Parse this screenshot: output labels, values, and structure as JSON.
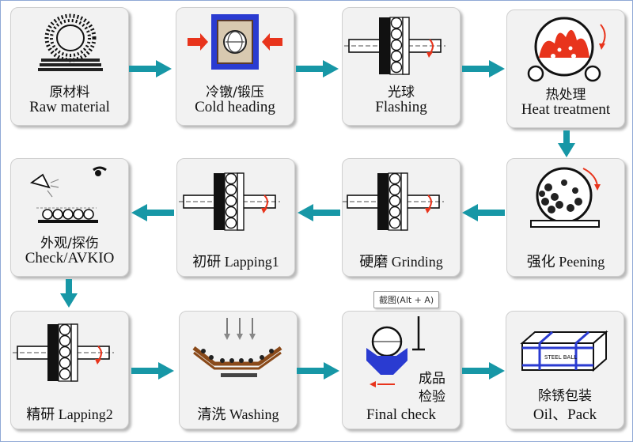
{
  "steps": {
    "raw_material": {
      "cn": "原材料",
      "en": "Raw material"
    },
    "cold_heading": {
      "cn": "冷镦/锻压",
      "en": "Cold heading"
    },
    "flashing": {
      "cn": "光球",
      "en": "Flashing"
    },
    "heat_treatment": {
      "cn": "热处理",
      "en": "Heat treatment"
    },
    "peening": {
      "label": "强化 Peening"
    },
    "grinding": {
      "label": "硬磨 Grinding"
    },
    "lapping1": {
      "label": "初研 Lapping1"
    },
    "check_avkio": {
      "cn": "外观/探伤",
      "en": "Check/AVKIO"
    },
    "lapping2": {
      "label": "精研 Lapping2"
    },
    "washing": {
      "label": "清洗 Washing"
    },
    "final_check": {
      "cn1": "成品",
      "cn2": "检验",
      "en": "Final check"
    },
    "oil_pack": {
      "cn": "除锈包装",
      "en": "Oil、Pack"
    }
  },
  "tooltip": "截图(Alt + A)",
  "icon_text": {
    "steel_ball_box": "STEEL BALL"
  },
  "colors": {
    "arrow": "#1797a6",
    "red": "#e8341c",
    "blue": "#2a3bd1",
    "brown": "#8a4a1a"
  }
}
